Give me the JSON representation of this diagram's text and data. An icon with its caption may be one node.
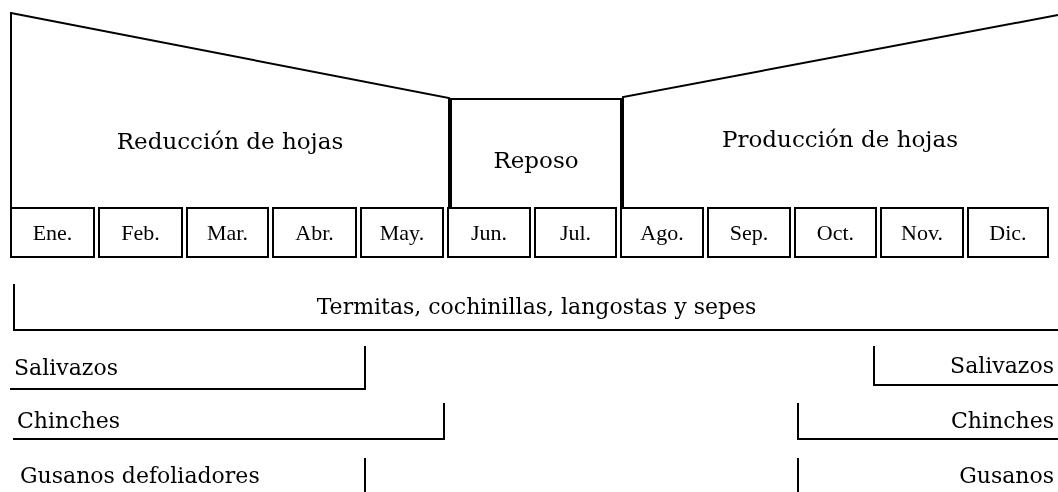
{
  "diagram": {
    "nodes": [
      {
        "text": [
          "Reducción de hojas"
        ]
      },
      {
        "text": [
          "Reposo"
        ]
      },
      {
        "text": [
          "Producción de hojas"
        ]
      },
      {
        "text": [
          "Ene."
        ]
      },
      {
        "text": [
          "Feb."
        ]
      },
      {
        "text": [
          "Mar."
        ]
      },
      {
        "text": [
          "Abr."
        ]
      },
      {
        "text": [
          "May."
        ]
      },
      {
        "text": [
          "Jun."
        ]
      },
      {
        "text": [
          "Jul."
        ]
      },
      {
        "text": [
          "Ago."
        ]
      },
      {
        "text": [
          "Sep."
        ]
      },
      {
        "text": [
          "Oct."
        ]
      },
      {
        "text": [
          "Nov."
        ]
      },
      {
        "text": [
          "Dic."
        ]
      },
      {
        "text": [
          "Termitas, cochinillas, langostas y sepes"
        ]
      },
      {
        "text": [
          "Salivazos"
        ]
      },
      {
        "text": [
          "Salivazos"
        ]
      },
      {
        "text": [
          "Chinches"
        ]
      },
      {
        "text": [
          "Chinches"
        ]
      },
      {
        "text": [
          "Gusanos defoliadores"
        ]
      },
      {
        "text": [
          "Gusanos"
        ]
      }
    ]
  }
}
